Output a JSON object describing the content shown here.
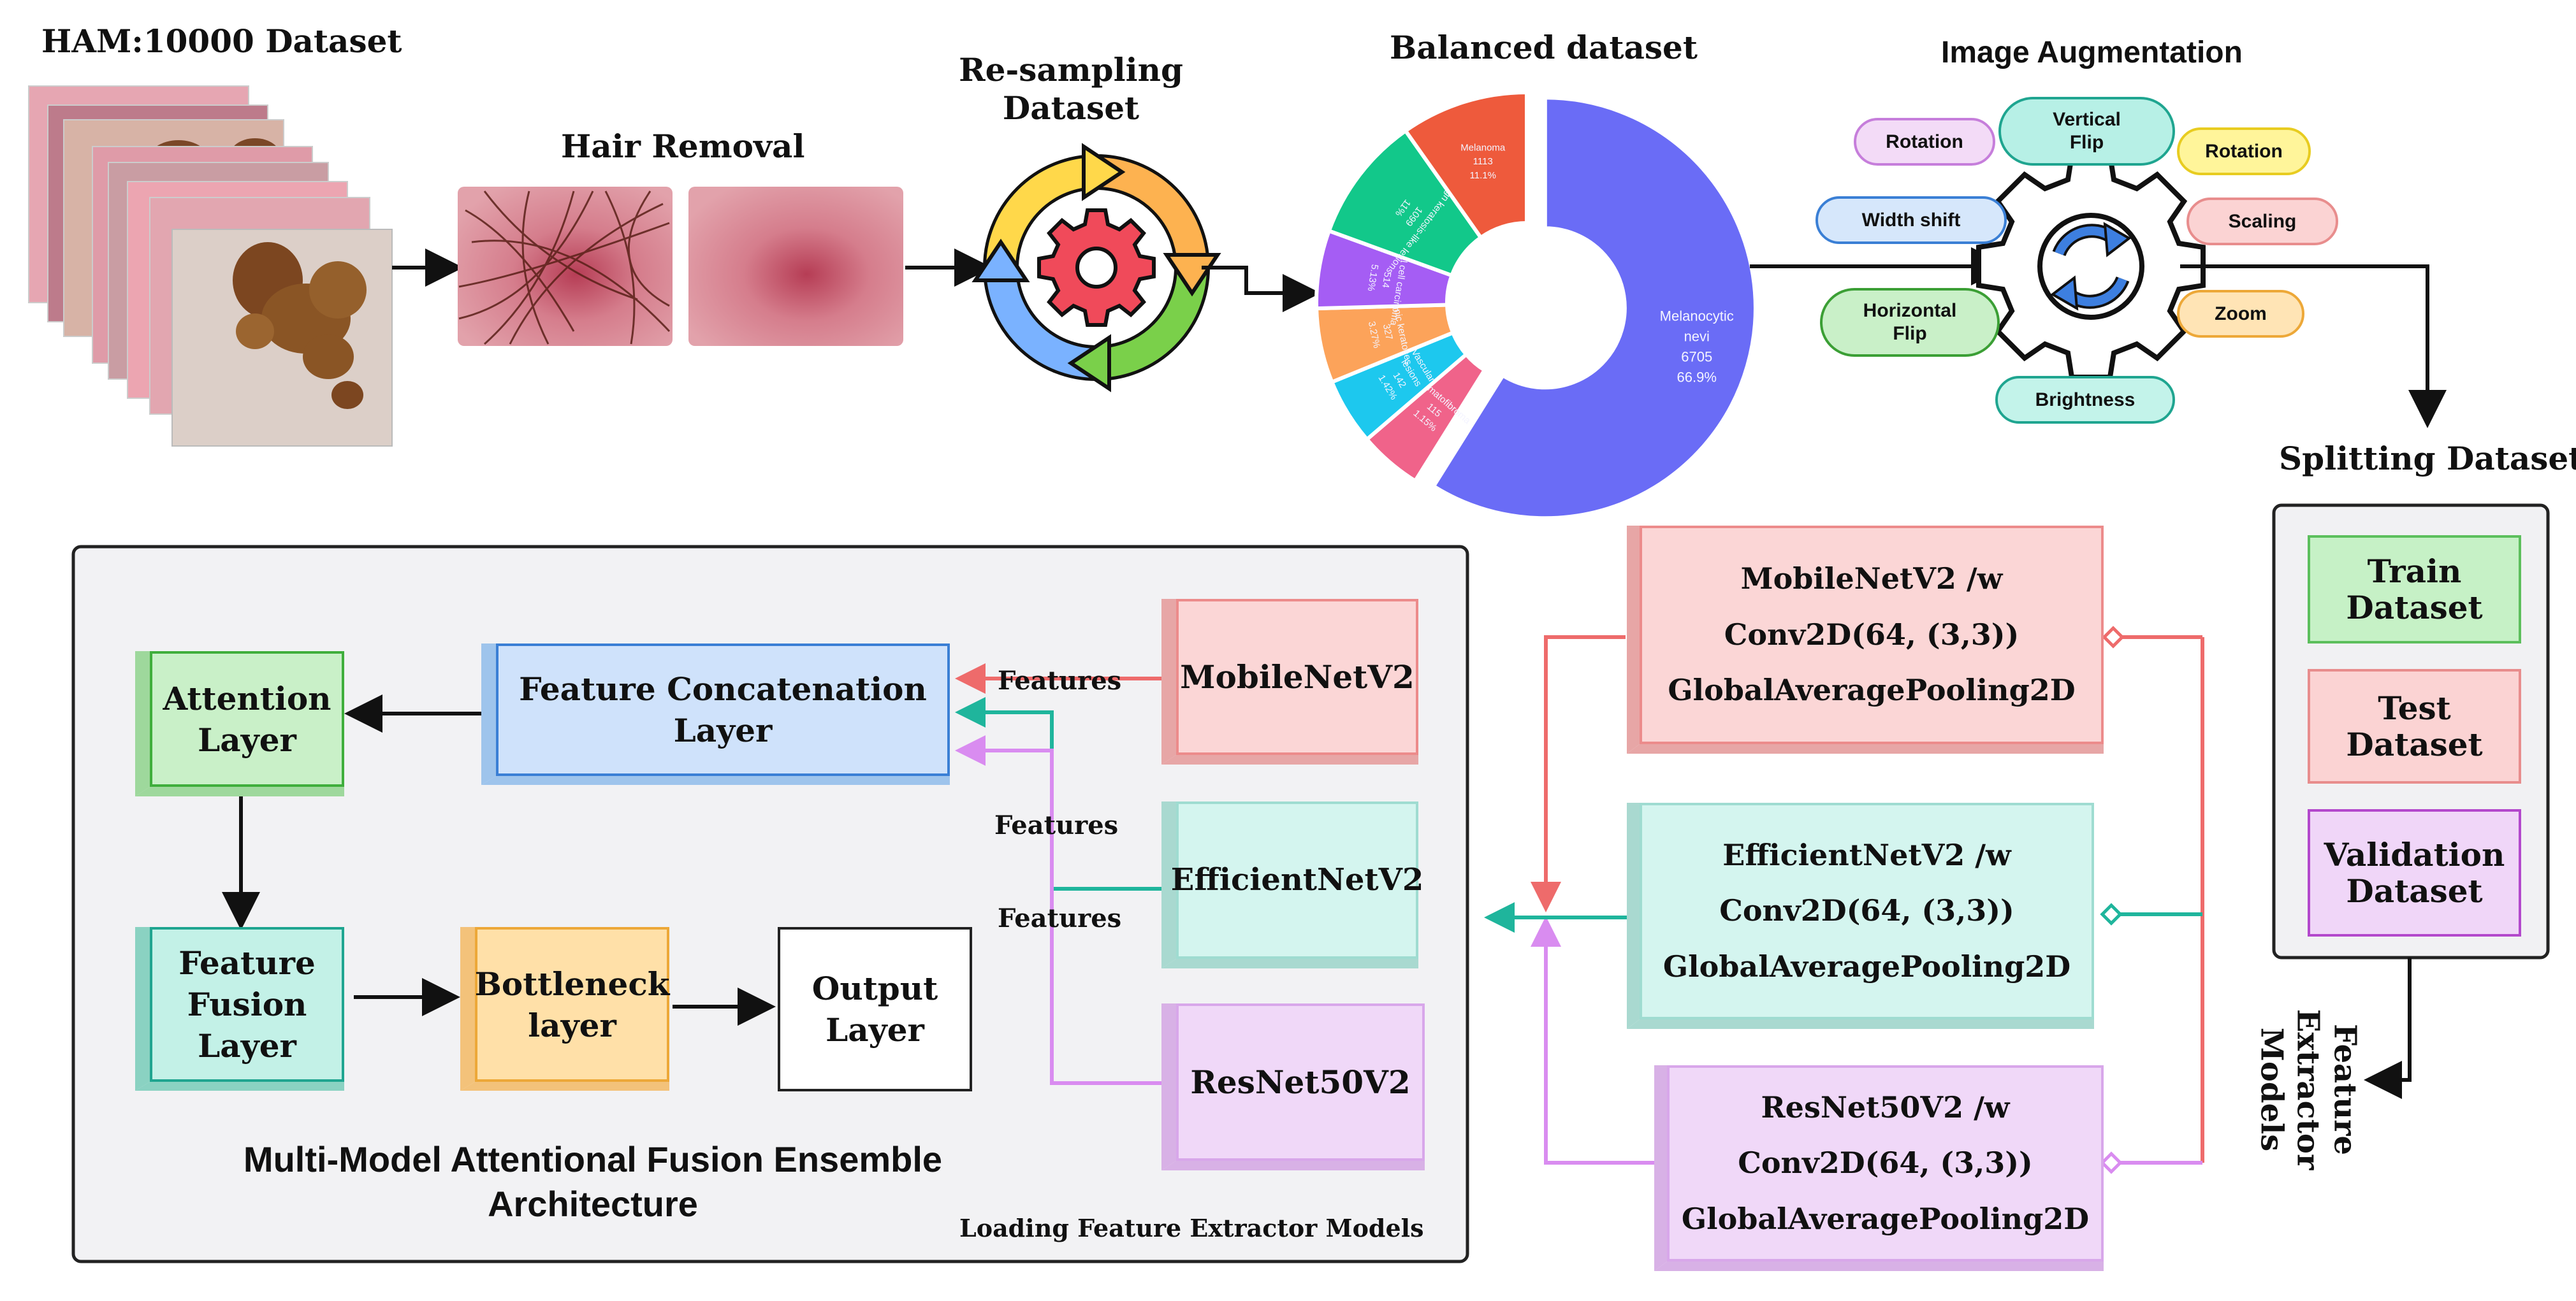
{
  "titles": {
    "ham": "HAM:10000 Dataset",
    "hair": "Hair Removal",
    "resampling": [
      "Re-sampling",
      "Dataset"
    ],
    "balanced": "Balanced dataset",
    "augmentation": "Image Augmentation",
    "splitting": "Splitting Dataset",
    "feature_extractor": [
      "Feature",
      "Extractor",
      "Models"
    ],
    "loading": "Loading Feature Extractor Models",
    "architecture": [
      "Multi-Model Attentional Fusion Ensemble",
      "Architecture"
    ]
  },
  "pie": {
    "slices": [
      {
        "label": [
          "Melanocytic",
          "nevi"
        ],
        "count": "6705",
        "percent": "66.9%",
        "value": 66.9,
        "color": "#6a6cf6"
      },
      {
        "label": [
          "Dermatofibroma"
        ],
        "count": "115",
        "percent": "1.15%",
        "value": 5.5,
        "color": "#f0638a"
      },
      {
        "label": [
          "Vascular",
          "lesions"
        ],
        "count": "142",
        "percent": "1.42%",
        "value": 5.8,
        "color": "#1dc8ee"
      },
      {
        "label": [
          "Actinic keratoses"
        ],
        "count": "327",
        "percent": "3.27%",
        "value": 6.5,
        "color": "#fca35a"
      },
      {
        "label": [
          "Basal cell carcinoma"
        ],
        "count": "514",
        "percent": "5.13%",
        "value": 6.8,
        "color": "#a55df4"
      },
      {
        "label": [
          "Benign keratosis-like lesions"
        ],
        "count": "1099",
        "percent": "11%",
        "value": 11.0,
        "color": "#12c88a"
      },
      {
        "label": [
          "Melanoma"
        ],
        "count": "1113",
        "percent": "11.1%",
        "value": 11.1,
        "color": "#ee5a3c"
      }
    ]
  },
  "augmentation": {
    "rotation_1": "Rotation",
    "vertical_flip": [
      "Vertical",
      "Flip"
    ],
    "rotation_2": "Rotation",
    "width_shift": "Width shift",
    "scaling": "Scaling",
    "horizontal_flip": [
      "Horizontal",
      "Flip"
    ],
    "zoom": "Zoom",
    "brightness": "Brightness"
  },
  "split": {
    "train": [
      "Train",
      "Dataset"
    ],
    "test": [
      "Test",
      "Dataset"
    ],
    "validation": [
      "Validation",
      "Dataset"
    ]
  },
  "extractors": [
    {
      "lines": [
        "MobileNetV2 /w",
        "Conv2D(64, (3,3))",
        "GlobalAveragePooling2D"
      ]
    },
    {
      "lines": [
        "EfficientNetV2 /w",
        "Conv2D(64, (3,3))",
        "GlobalAveragePooling2D"
      ]
    },
    {
      "lines": [
        "ResNet50V2 /w",
        "Conv2D(64, (3,3))",
        "GlobalAveragePooling2D"
      ]
    }
  ],
  "architecture": {
    "attention": [
      "Attention",
      "Layer"
    ],
    "concat": [
      "Feature Concatenation",
      "Layer"
    ],
    "fusion": [
      "Feature",
      "Fusion",
      "Layer"
    ],
    "bottleneck": [
      "Bottleneck",
      "layer"
    ],
    "output": [
      "Output",
      "Layer"
    ],
    "mobilenet": "MobileNetV2",
    "efficientnet": "EfficientNetV2",
    "resnet": "ResNet50V2",
    "features_1": "Features",
    "features_2": "Features",
    "features_3": "Features"
  },
  "colors": {
    "red_stroke": "#ee6b6b",
    "teal_stroke": "#1fb59c",
    "violet_stroke": "#d98cf0"
  }
}
